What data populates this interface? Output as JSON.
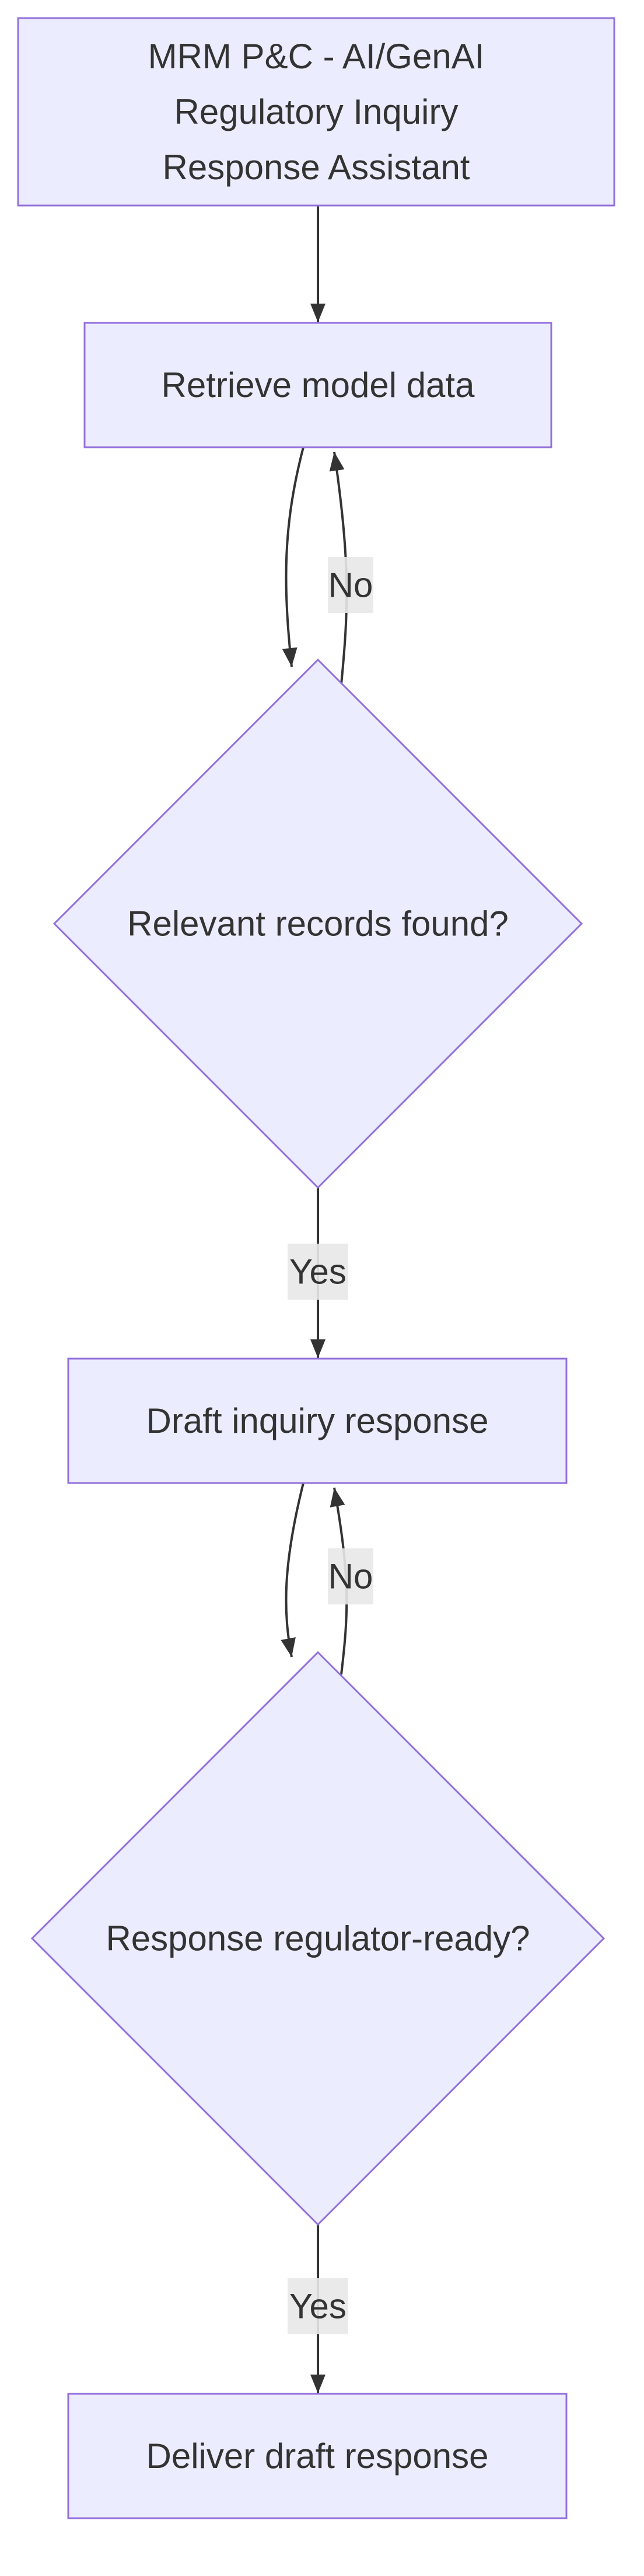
{
  "diagram": {
    "nodes": [
      {
        "id": "start",
        "shape": "rect",
        "lines": [
          "MRM P&C - AI/GenAI",
          "Regulatory Inquiry",
          "Response Assistant"
        ]
      },
      {
        "id": "retrieve",
        "shape": "rect",
        "lines": [
          "Retrieve model data"
        ]
      },
      {
        "id": "records_found",
        "shape": "diamond",
        "lines": [
          "Relevant records found?"
        ]
      },
      {
        "id": "draft",
        "shape": "rect",
        "lines": [
          "Draft inquiry response"
        ]
      },
      {
        "id": "regulator_ready",
        "shape": "diamond",
        "lines": [
          "Response regulator-ready?"
        ]
      },
      {
        "id": "deliver",
        "shape": "rect",
        "lines": [
          "Deliver draft response"
        ]
      }
    ],
    "edges": [
      {
        "id": "start-retrieve",
        "from": "start",
        "to": "retrieve",
        "label": ""
      },
      {
        "id": "retrieve-records",
        "from": "retrieve",
        "to": "records_found",
        "label": ""
      },
      {
        "id": "records-retrieve",
        "from": "records_found",
        "to": "retrieve",
        "label": "No"
      },
      {
        "id": "records-draft",
        "from": "records_found",
        "to": "draft",
        "label": "Yes"
      },
      {
        "id": "draft-ready",
        "from": "draft",
        "to": "regulator_ready",
        "label": ""
      },
      {
        "id": "ready-draft",
        "from": "regulator_ready",
        "to": "draft",
        "label": "No"
      },
      {
        "id": "ready-deliver",
        "from": "regulator_ready",
        "to": "deliver",
        "label": "Yes"
      }
    ],
    "colors": {
      "node_fill": "#ececff",
      "node_stroke": "#9370db",
      "text": "#333333",
      "edge": "#333333",
      "label_bg": "#e8e8e8"
    }
  }
}
